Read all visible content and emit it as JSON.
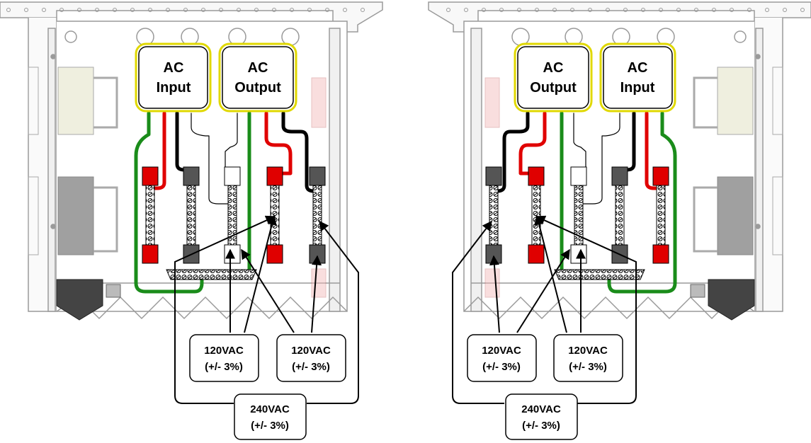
{
  "panels": [
    {
      "mirrored": false,
      "boxes": [
        {
          "role": "input",
          "line1": "AC",
          "line2": "Input"
        },
        {
          "role": "output",
          "line1": "AC",
          "line2": "Output"
        }
      ],
      "callouts": {
        "left": {
          "line1": "120VAC",
          "line2": "(+/- 3%)"
        },
        "right": {
          "line1": "120VAC",
          "line2": "(+/- 3%)"
        },
        "bottom": {
          "line1": "240VAC",
          "line2": "(+/- 3%)"
        }
      }
    },
    {
      "mirrored": true,
      "boxes": [
        {
          "role": "output",
          "line1": "AC",
          "line2": "Output"
        },
        {
          "role": "input",
          "line1": "AC",
          "line2": "Input"
        }
      ],
      "callouts": {
        "left": {
          "line1": "120VAC",
          "line2": "(+/- 3%)"
        },
        "right": {
          "line1": "120VAC",
          "line2": "(+/- 3%)"
        },
        "bottom": {
          "line1": "240VAC",
          "line2": "(+/- 3%)"
        }
      }
    }
  ],
  "colors": {
    "hot": "#e00000",
    "hot_light": "#f2b7b7",
    "neutral": "#000000",
    "ground": "#1a8c1a",
    "enclosure": "#9a9a9a",
    "box_outline": "#e0d800"
  }
}
